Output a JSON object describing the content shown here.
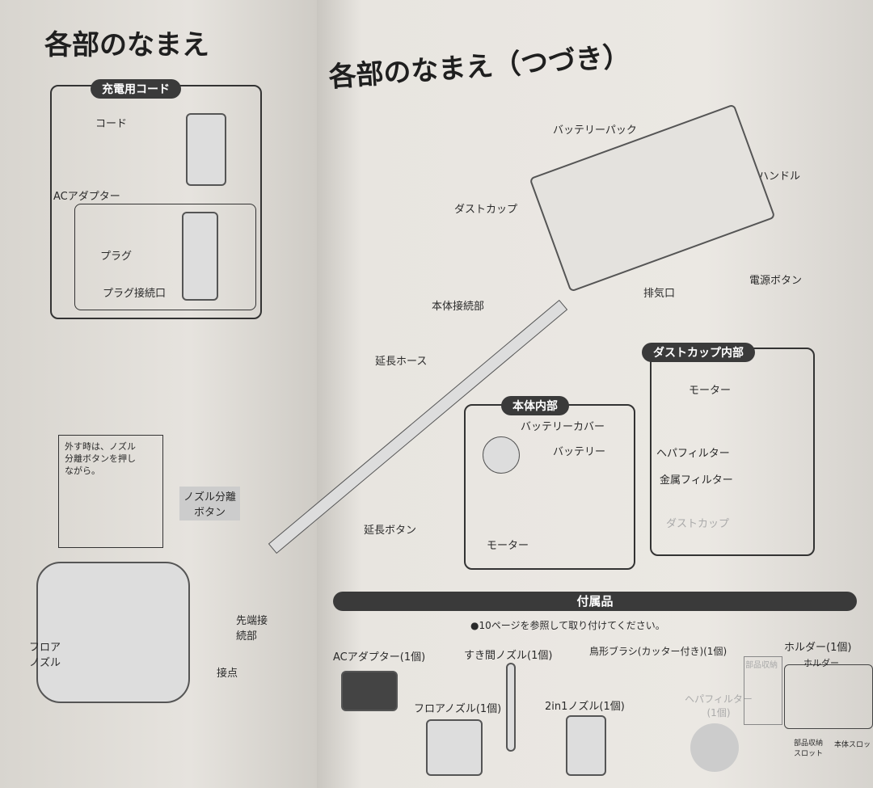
{
  "left_page": {
    "title": "各部のなまえ",
    "charging_cord": {
      "header": "充電用コード",
      "cord": "コード",
      "ac_adapter": "ACアダプター",
      "plug": "プラグ",
      "plug_port": "プラグ接続口"
    },
    "note": "外す時は、ノズル分離ボタンを押しながら。",
    "labels": {
      "nozzle_release": "ノズル分離ボタン",
      "floor_nozzle": "フロアノズル",
      "contact": "接点",
      "tip_connector": "先端接続部"
    }
  },
  "right_page": {
    "title": "各部のなまえ（つづき）",
    "labels": {
      "battery_pack": "バッテリーパック",
      "handle": "ハンドル",
      "dust_cup": "ダストカップ",
      "exhaust": "排気口",
      "power_button": "電源ボタン",
      "body_connector": "本体接続部",
      "extension_hose": "延長ホース",
      "extension_button": "延長ボタン"
    },
    "body_inside": {
      "header": "本体内部",
      "battery_cover": "バッテリーカバー",
      "battery": "バッテリー",
      "motor": "モーター"
    },
    "dust_cup_inside": {
      "header": "ダストカップ内部",
      "motor": "モーター",
      "hepa_filter": "ヘパフィルター",
      "metal_filter": "金属フィルター",
      "dust_cup": "ダストカップ"
    },
    "accessories": {
      "header": "付属品",
      "note": "●10ページを参照して取り付けてください。",
      "items": [
        "ACアダプター(1個)",
        "すき間ノズル(1個)",
        "鳥形ブラシ(カッター付き)(1個)",
        "ホルダー(1個)",
        "フロアノズル(1個)",
        "2in1ノズル(1個)",
        "ヘパフィルター(1個)"
      ],
      "parts_storage": "部品収納",
      "holder": {
        "label": "ホルダー",
        "parts_slot": "部品収納スロット",
        "body_slot": "本体スロット"
      }
    }
  }
}
